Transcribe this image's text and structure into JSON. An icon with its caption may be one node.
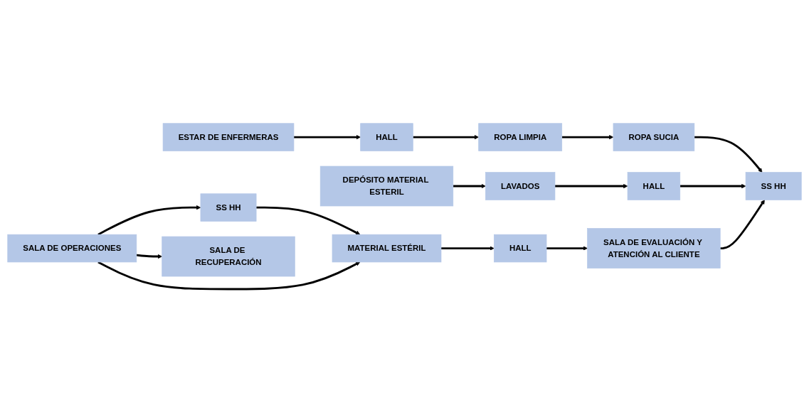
{
  "diagram": {
    "nodes": [
      {
        "text": [
          "ESTAR DE ENFERMERAS"
        ]
      },
      {
        "text": [
          "HALL"
        ]
      },
      {
        "text": [
          "ROPA LIMPIA"
        ]
      },
      {
        "text": [
          "ROPA SUCIA"
        ]
      },
      {
        "text": [
          "DEPÓSITO MATERIAL ESTERIL"
        ]
      },
      {
        "text": [
          "LAVADOS"
        ]
      },
      {
        "text": [
          "HALL"
        ]
      },
      {
        "text": [
          "SS HH"
        ]
      },
      {
        "text": [
          "SS HH"
        ]
      },
      {
        "text": [
          "MATERIAL ESTÉRIL"
        ]
      },
      {
        "text": [
          "HALL"
        ]
      },
      {
        "text": [
          "SALA DE EVALUACIÓN Y ATENCIÓN AL CLIENTE"
        ]
      },
      {
        "text": [
          "SALA DE OPERACIONES"
        ]
      },
      {
        "text": [
          "SALA DE RECUPERACIÓN"
        ]
      }
    ],
    "edges": [
      {
        "from": 0,
        "to": 1,
        "arrow": "to"
      },
      {
        "from": 1,
        "to": 2,
        "arrow": "to"
      },
      {
        "from": 2,
        "to": 3,
        "arrow": "to"
      },
      {
        "from": 3,
        "to": 7,
        "arrow": "to"
      },
      {
        "from": 4,
        "to": 5,
        "arrow": "to"
      },
      {
        "from": 5,
        "to": 6,
        "arrow": "to"
      },
      {
        "from": 6,
        "to": 7,
        "arrow": "to"
      },
      {
        "from": 8,
        "to": 9,
        "arrow": "to"
      },
      {
        "from": 9,
        "to": 10,
        "arrow": "to"
      },
      {
        "from": 10,
        "to": 11,
        "arrow": "to"
      },
      {
        "from": 11,
        "to": 7,
        "arrow": "to"
      },
      {
        "from": 12,
        "to": 8,
        "arrow": "to"
      },
      {
        "from": 12,
        "to": 9,
        "arrow": "to"
      },
      {
        "from": 12,
        "to": 13,
        "arrow": "to"
      }
    ]
  }
}
